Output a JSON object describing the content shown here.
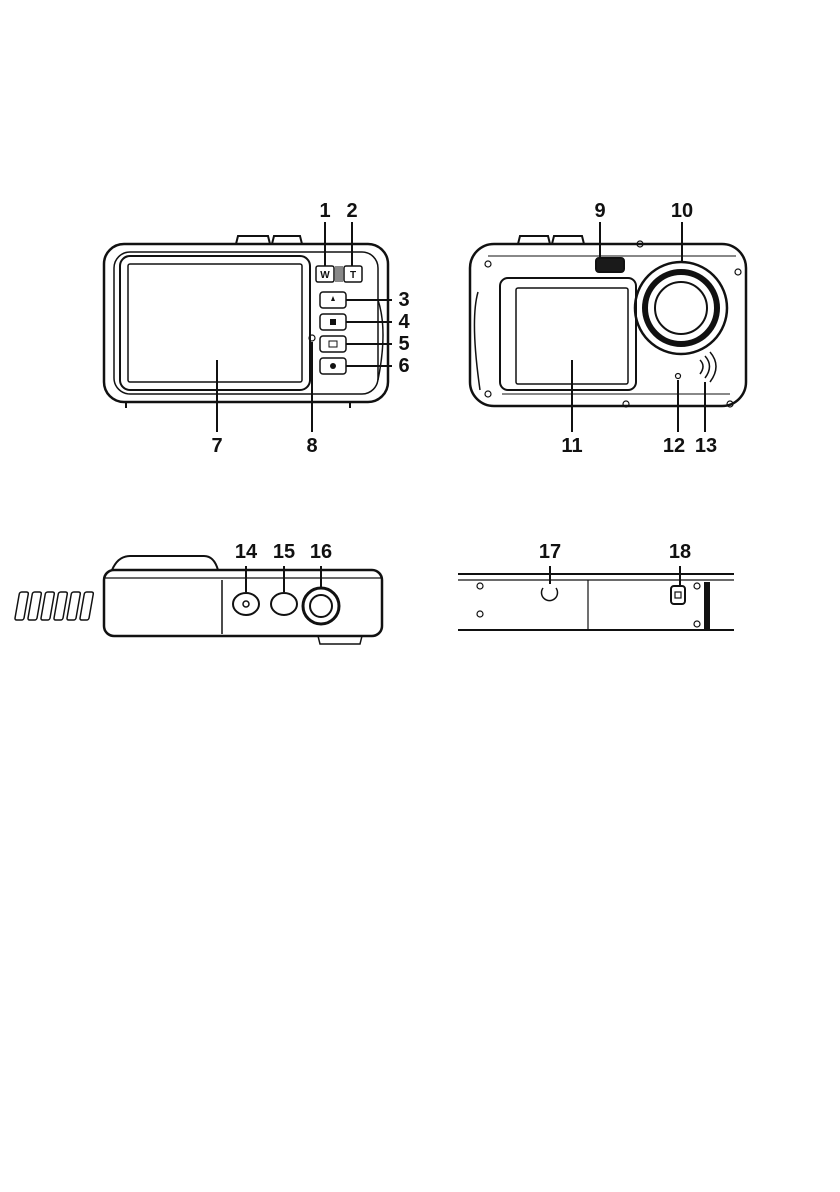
{
  "colors": {
    "line": "#111111",
    "screen": "#ffffff",
    "dark": "#1a1a1a"
  },
  "views": {
    "back": {
      "name": "camera-back-view"
    },
    "front": {
      "name": "camera-front-view"
    },
    "top": {
      "name": "camera-top-view"
    },
    "bottom": {
      "name": "camera-bottom-view"
    }
  },
  "buttons": {
    "wide": "W",
    "tele": "T"
  },
  "callouts": {
    "c1": "1",
    "c2": "2",
    "c3": "3",
    "c4": "4",
    "c5": "5",
    "c6": "6",
    "c7": "7",
    "c8": "8",
    "c9": "9",
    "c10": "10",
    "c11": "11",
    "c12": "12",
    "c13": "13",
    "c14": "14",
    "c15": "15",
    "c16": "16",
    "c17": "17",
    "c18": "18"
  }
}
